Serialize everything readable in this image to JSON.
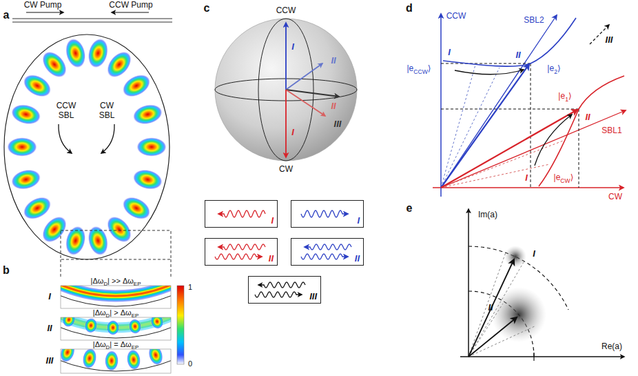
{
  "diagram": {
    "nodes": [
      {
        "text": [
          "CCW SBL",
          "CW SBL"
        ]
      },
      {
        "text": [
          "I"
        ]
      },
      {
        "text": [
          "I"
        ]
      },
      {
        "text": [
          "II"
        ]
      },
      {
        "text": [
          "II"
        ]
      },
      {
        "text": [
          "III"
        ]
      }
    ],
    "labels": [
      "a",
      "CW Pump",
      "CCW Pump",
      "b",
      "I",
      "|ΔωD| >> ΔωEP",
      "II",
      "|ΔωD| > ΔωEP",
      "III",
      "|ΔωD| = ΔωEP",
      "1",
      "0",
      "c",
      "CCW",
      "I",
      "II",
      "II",
      "III",
      "I",
      "CW",
      "d",
      "CCW",
      "SBL2",
      "III",
      "|eCCW⟩",
      "I",
      "II",
      "|e2⟩",
      "|e1⟩",
      "II",
      "SBL1",
      "I",
      "|eCW⟩",
      "CW",
      "e",
      "Im(a)",
      "I",
      "II",
      "Re(a)"
    ]
  }
}
